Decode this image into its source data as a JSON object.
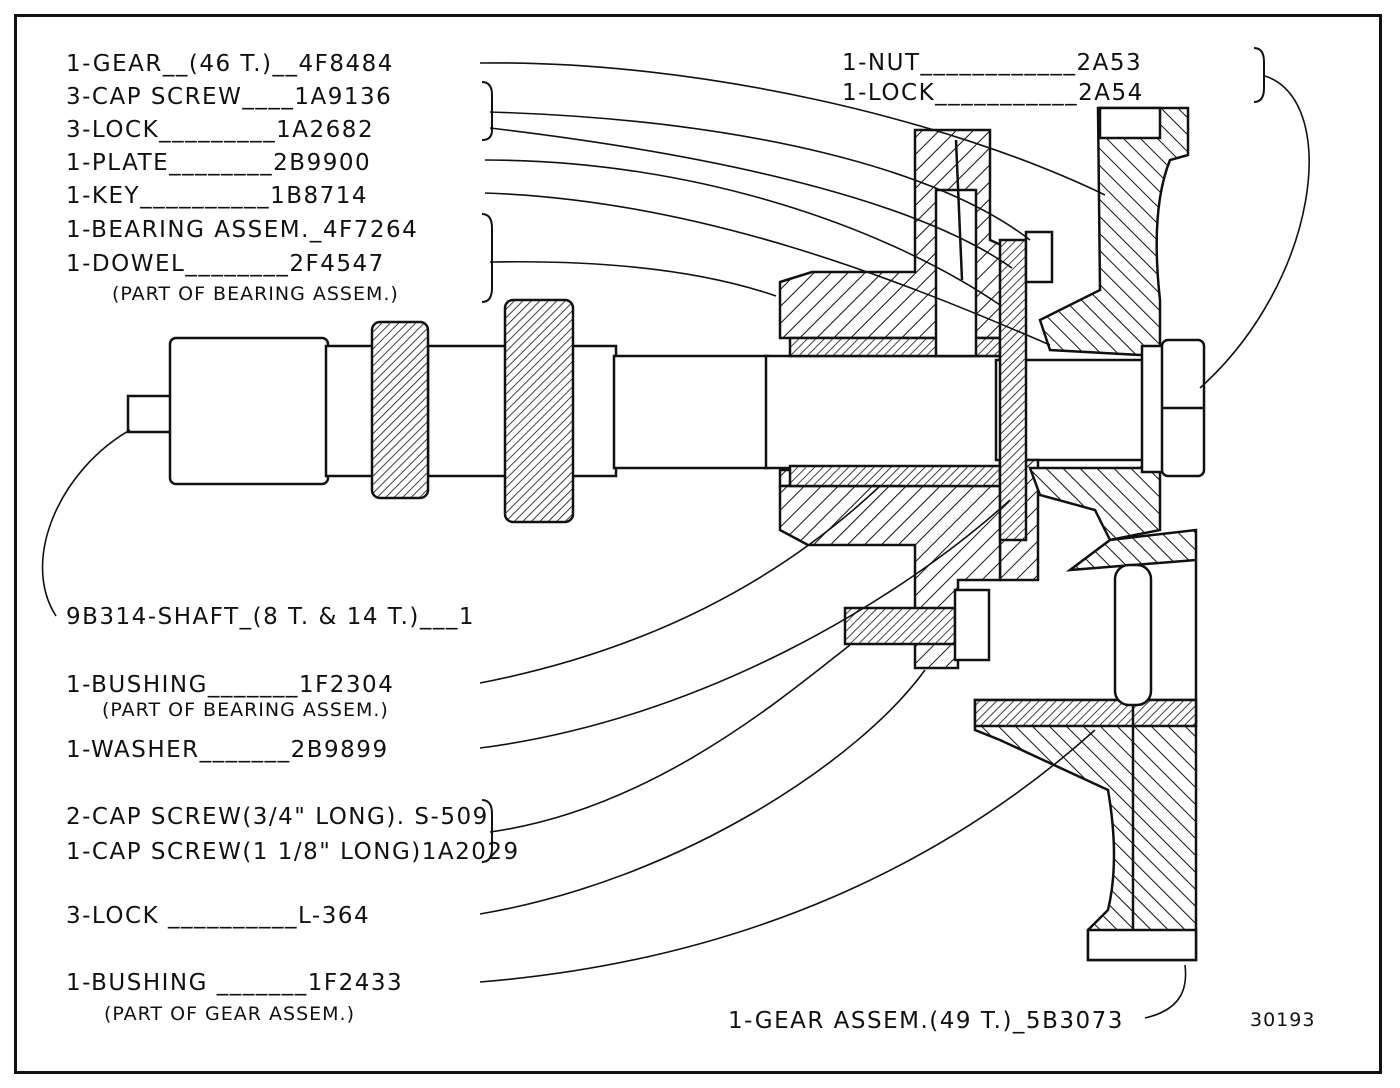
{
  "labels": {
    "gear46": "1-GEAR__(46 T.)__4F8484",
    "cap_screw_3": "3-CAP SCREW____1A9136",
    "lock_3a": "3-LOCK_________1A2682",
    "plate": "1-PLATE________2B9900",
    "key": "1-KEY__________1B8714",
    "bearing_assem": "1-BEARING ASSEM._4F7264",
    "dowel": "1-DOWEL________2F4547",
    "dowel_note": "(PART OF BEARING ASSEM.)",
    "nut": "1-NUT____________2A53",
    "lock_1": "1-LOCK___________2A54",
    "shaft": "9B314-SHAFT_(8 T. & 14 T.)___1",
    "bushing_1": "1-BUSHING_______1F2304",
    "bushing_1_note": "(PART OF BEARING ASSEM.)",
    "washer": "1-WASHER_______2B9899",
    "cap_screw_2": "2-CAP SCREW(3/4\" LONG). S-509",
    "cap_screw_1": "1-CAP SCREW(1 1/8\" LONG)1A2029",
    "lock_3b": "3-LOCK __________L-364",
    "bushing_2": "1-BUSHING _______1F2433",
    "bushing_2_note": "(PART OF GEAR ASSEM.)",
    "gear_assem": "1-GEAR ASSEM.(49 T.)_5B3073",
    "drawing_number": "30193"
  }
}
